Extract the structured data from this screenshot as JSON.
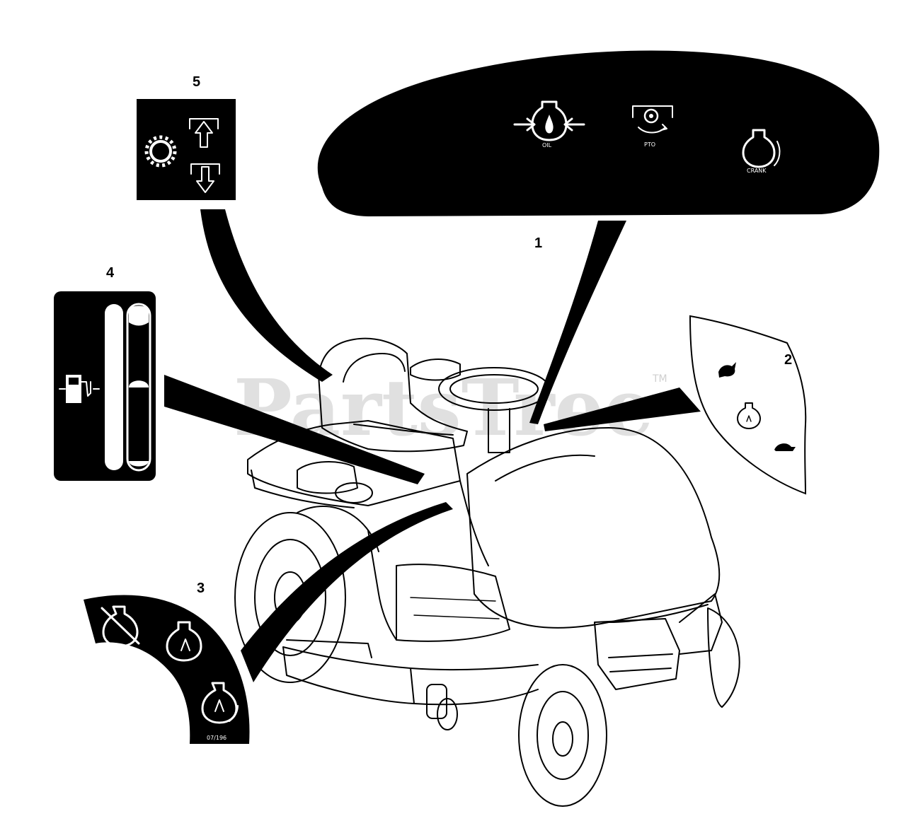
{
  "watermark": {
    "text": "PartsTree",
    "trademark": "TM"
  },
  "callouts": {
    "c1": "1",
    "c2": "2",
    "c3": "3",
    "c4": "4",
    "c5": "5"
  },
  "decal1": {
    "oil_label": "OIL",
    "pto_label": "PTO",
    "crank_label": "CRANK"
  },
  "decal3": {
    "part_code": "07/196"
  },
  "icons": {
    "decal1": [
      "oil-pressure-icon",
      "pto-icon",
      "crank-icon"
    ],
    "decal2": [
      "rabbit-icon",
      "engine-icon",
      "turtle-icon"
    ],
    "decal3": [
      "engine-off-icon",
      "engine-run-icon",
      "engine-start-icon"
    ],
    "decal4": [
      "fuel-pump-icon",
      "fuel-gauge-icon"
    ],
    "decal5": [
      "gear-icon",
      "lift-up-icon",
      "lift-down-icon"
    ]
  },
  "colors": {
    "decal": "#000000",
    "line": "#000000",
    "background": "#ffffff",
    "watermark": "#d9d9d9"
  }
}
